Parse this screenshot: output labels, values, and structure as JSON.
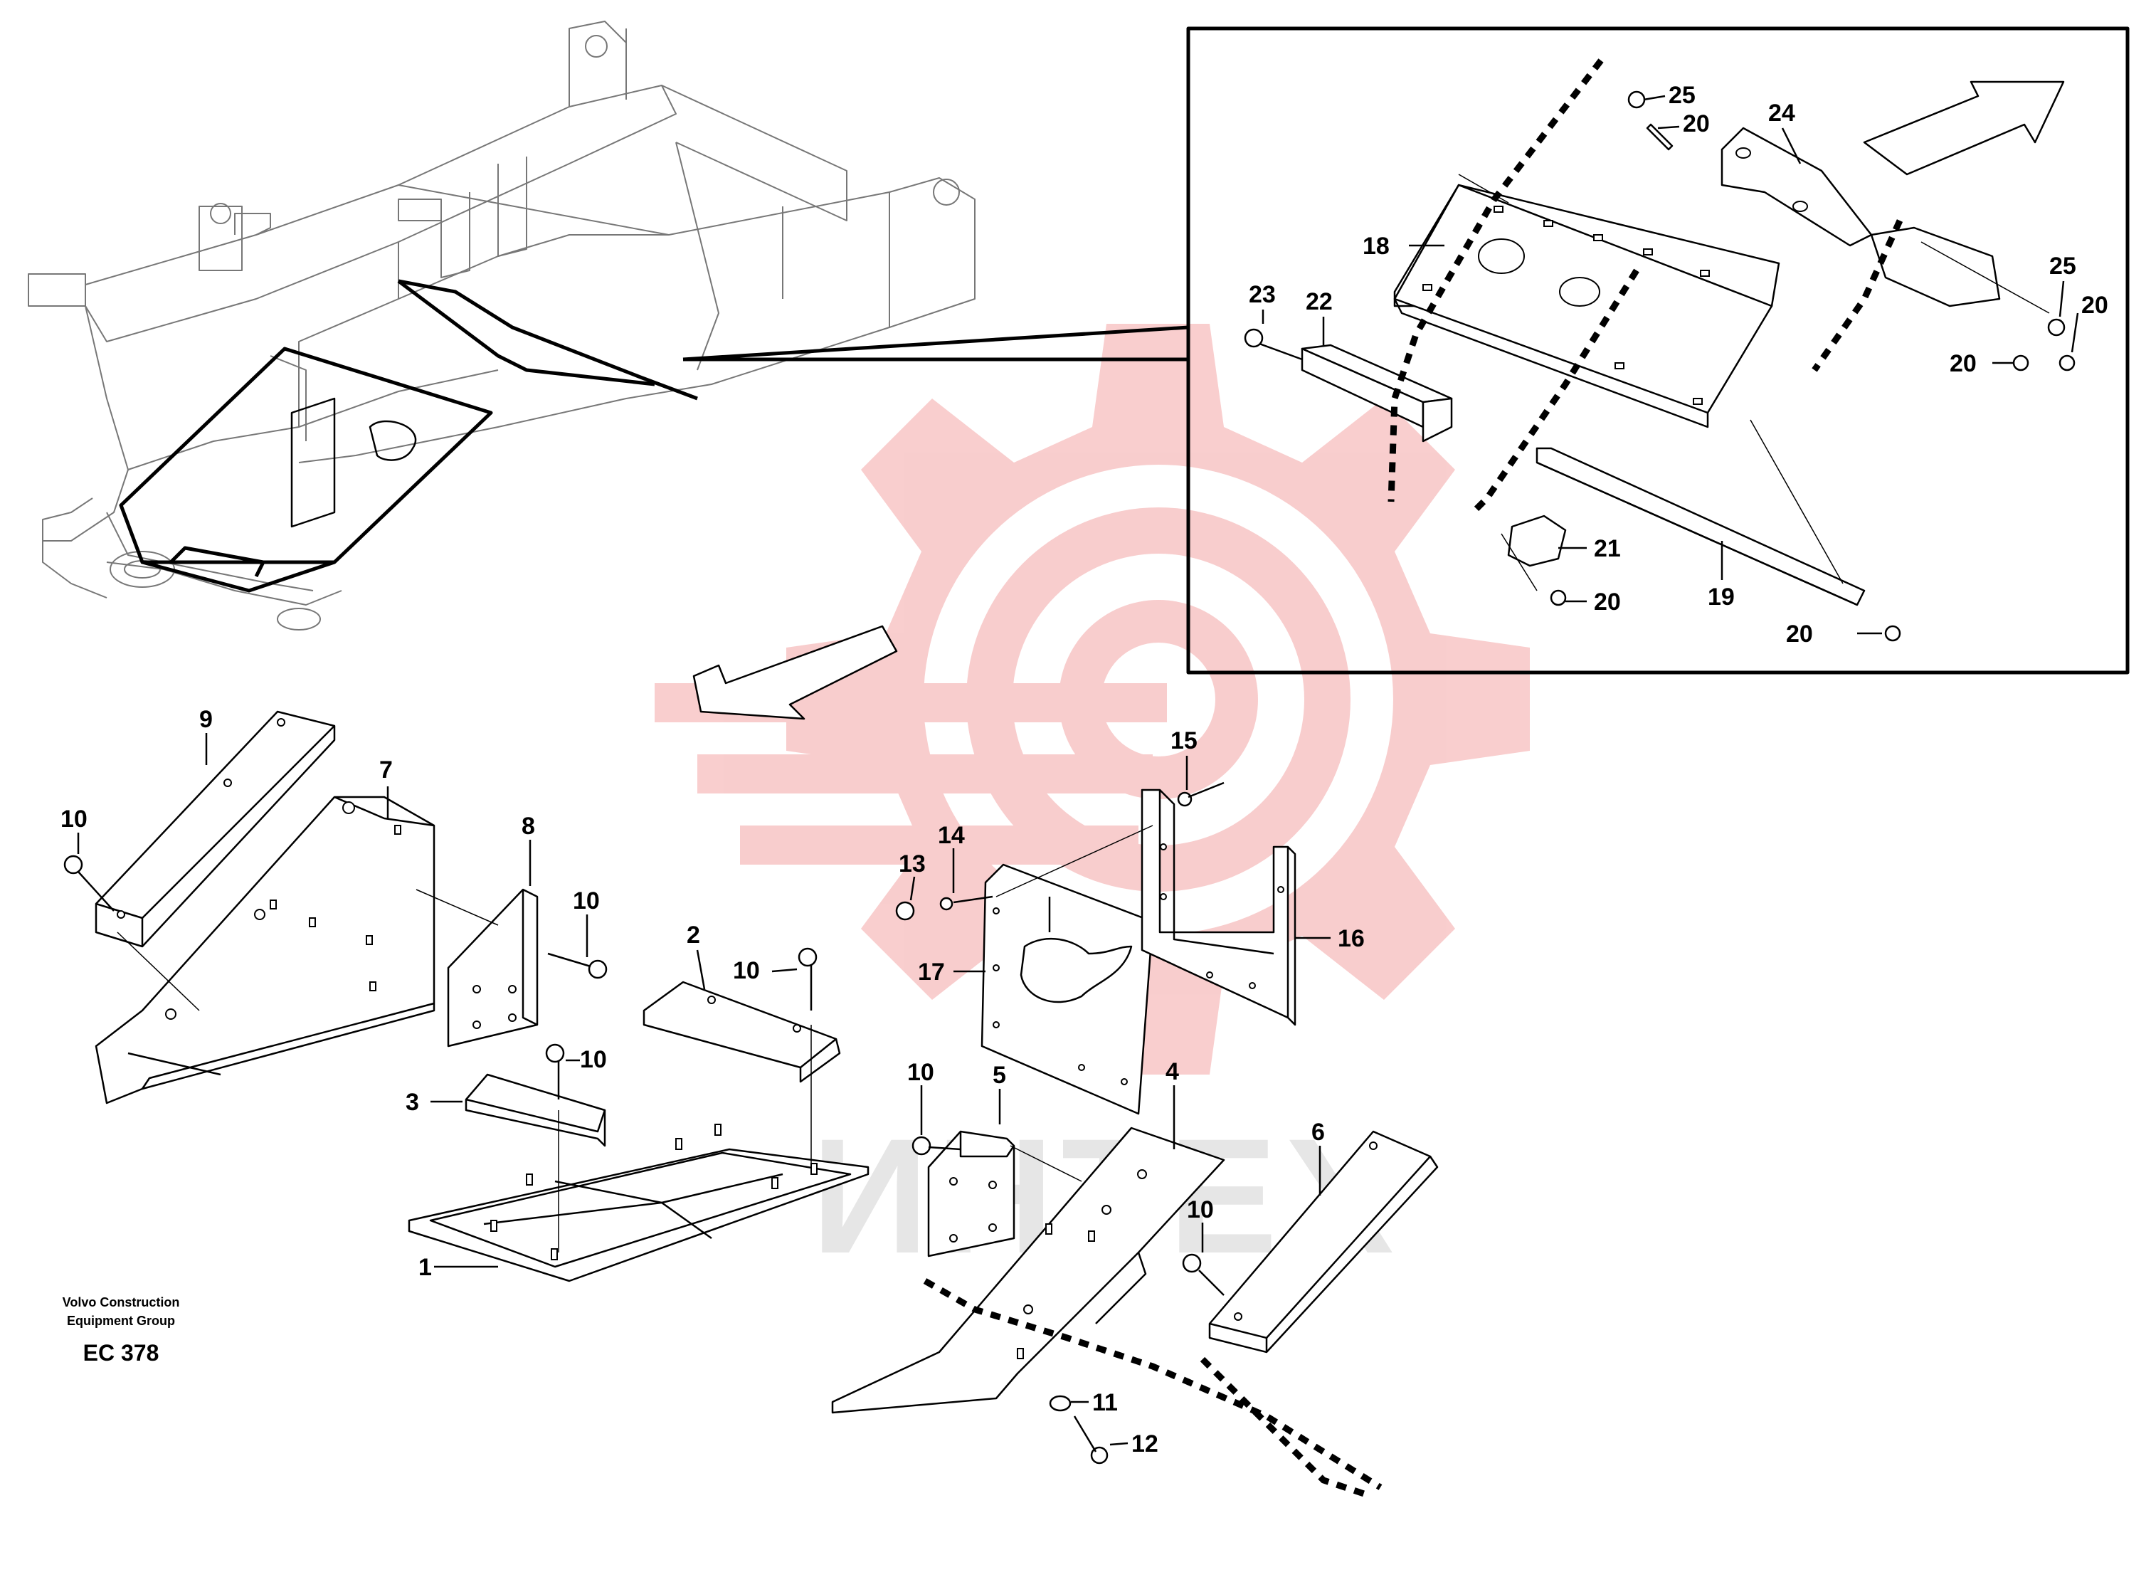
{
  "watermark": {
    "text": "ИНТЕХ",
    "gear_color": "#f7b6b6"
  },
  "colors": {
    "line": "#000000",
    "background": "#ffffff",
    "watermark_red": "#f4a6a6"
  },
  "footer": {
    "company_line1": "Volvo Construction",
    "company_line2": "Equipment Group",
    "code": "EC 378"
  },
  "inset_labels": [
    "25",
    "20",
    "24",
    "18",
    "23",
    "22",
    "25",
    "20",
    "20",
    "21",
    "20",
    "19",
    "20"
  ],
  "main_labels": [
    "9",
    "7",
    "10",
    "8",
    "10",
    "2",
    "10",
    "10",
    "3",
    "1",
    "15",
    "14",
    "13",
    "17",
    "16",
    "10",
    "5",
    "4",
    "6",
    "10",
    "11",
    "12"
  ],
  "icons": {
    "direction_arrow_inset": "outline-arrow",
    "direction_arrow_main": "outline-arrow"
  }
}
